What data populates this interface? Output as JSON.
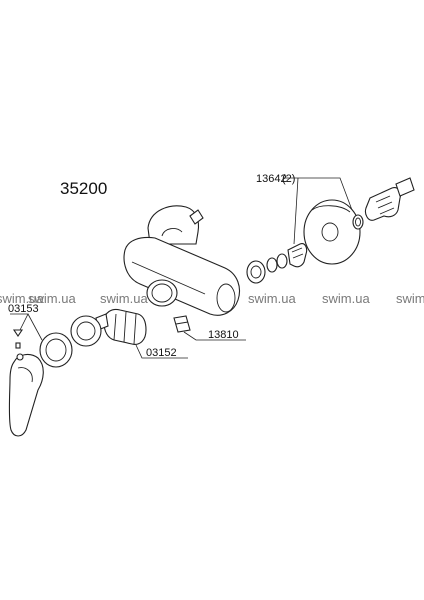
{
  "model_number": "35200",
  "watermark_text": "swim.ua",
  "callouts": {
    "part_13642": "13642",
    "part_13642_qty": "(2)",
    "part_03153": "03153",
    "part_03152": "03152",
    "part_13810": "13810"
  },
  "colors": {
    "line": "#222222",
    "text": "#111111",
    "watermark": "#7a7a7a"
  }
}
